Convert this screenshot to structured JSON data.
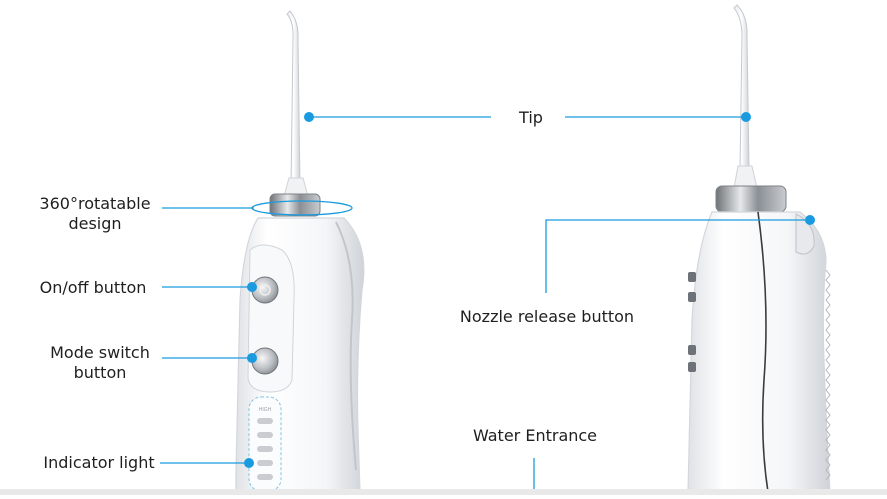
{
  "callouts": {
    "tip": "Tip",
    "rotatable": "360°rotatable\ndesign",
    "on_off": "On/off button",
    "mode_switch": "Mode switch\nbutton",
    "indicator": "Indicator light",
    "nozzle_release": "Nozzle release button",
    "water_entrance": "Water Entrance"
  },
  "device": {
    "indicator_text": "HIGH"
  },
  "colors": {
    "accent": "#1a9be0",
    "label_text": "#1f1f1f",
    "body": "#f2f3f5",
    "chrome": "#9a9ea3"
  }
}
